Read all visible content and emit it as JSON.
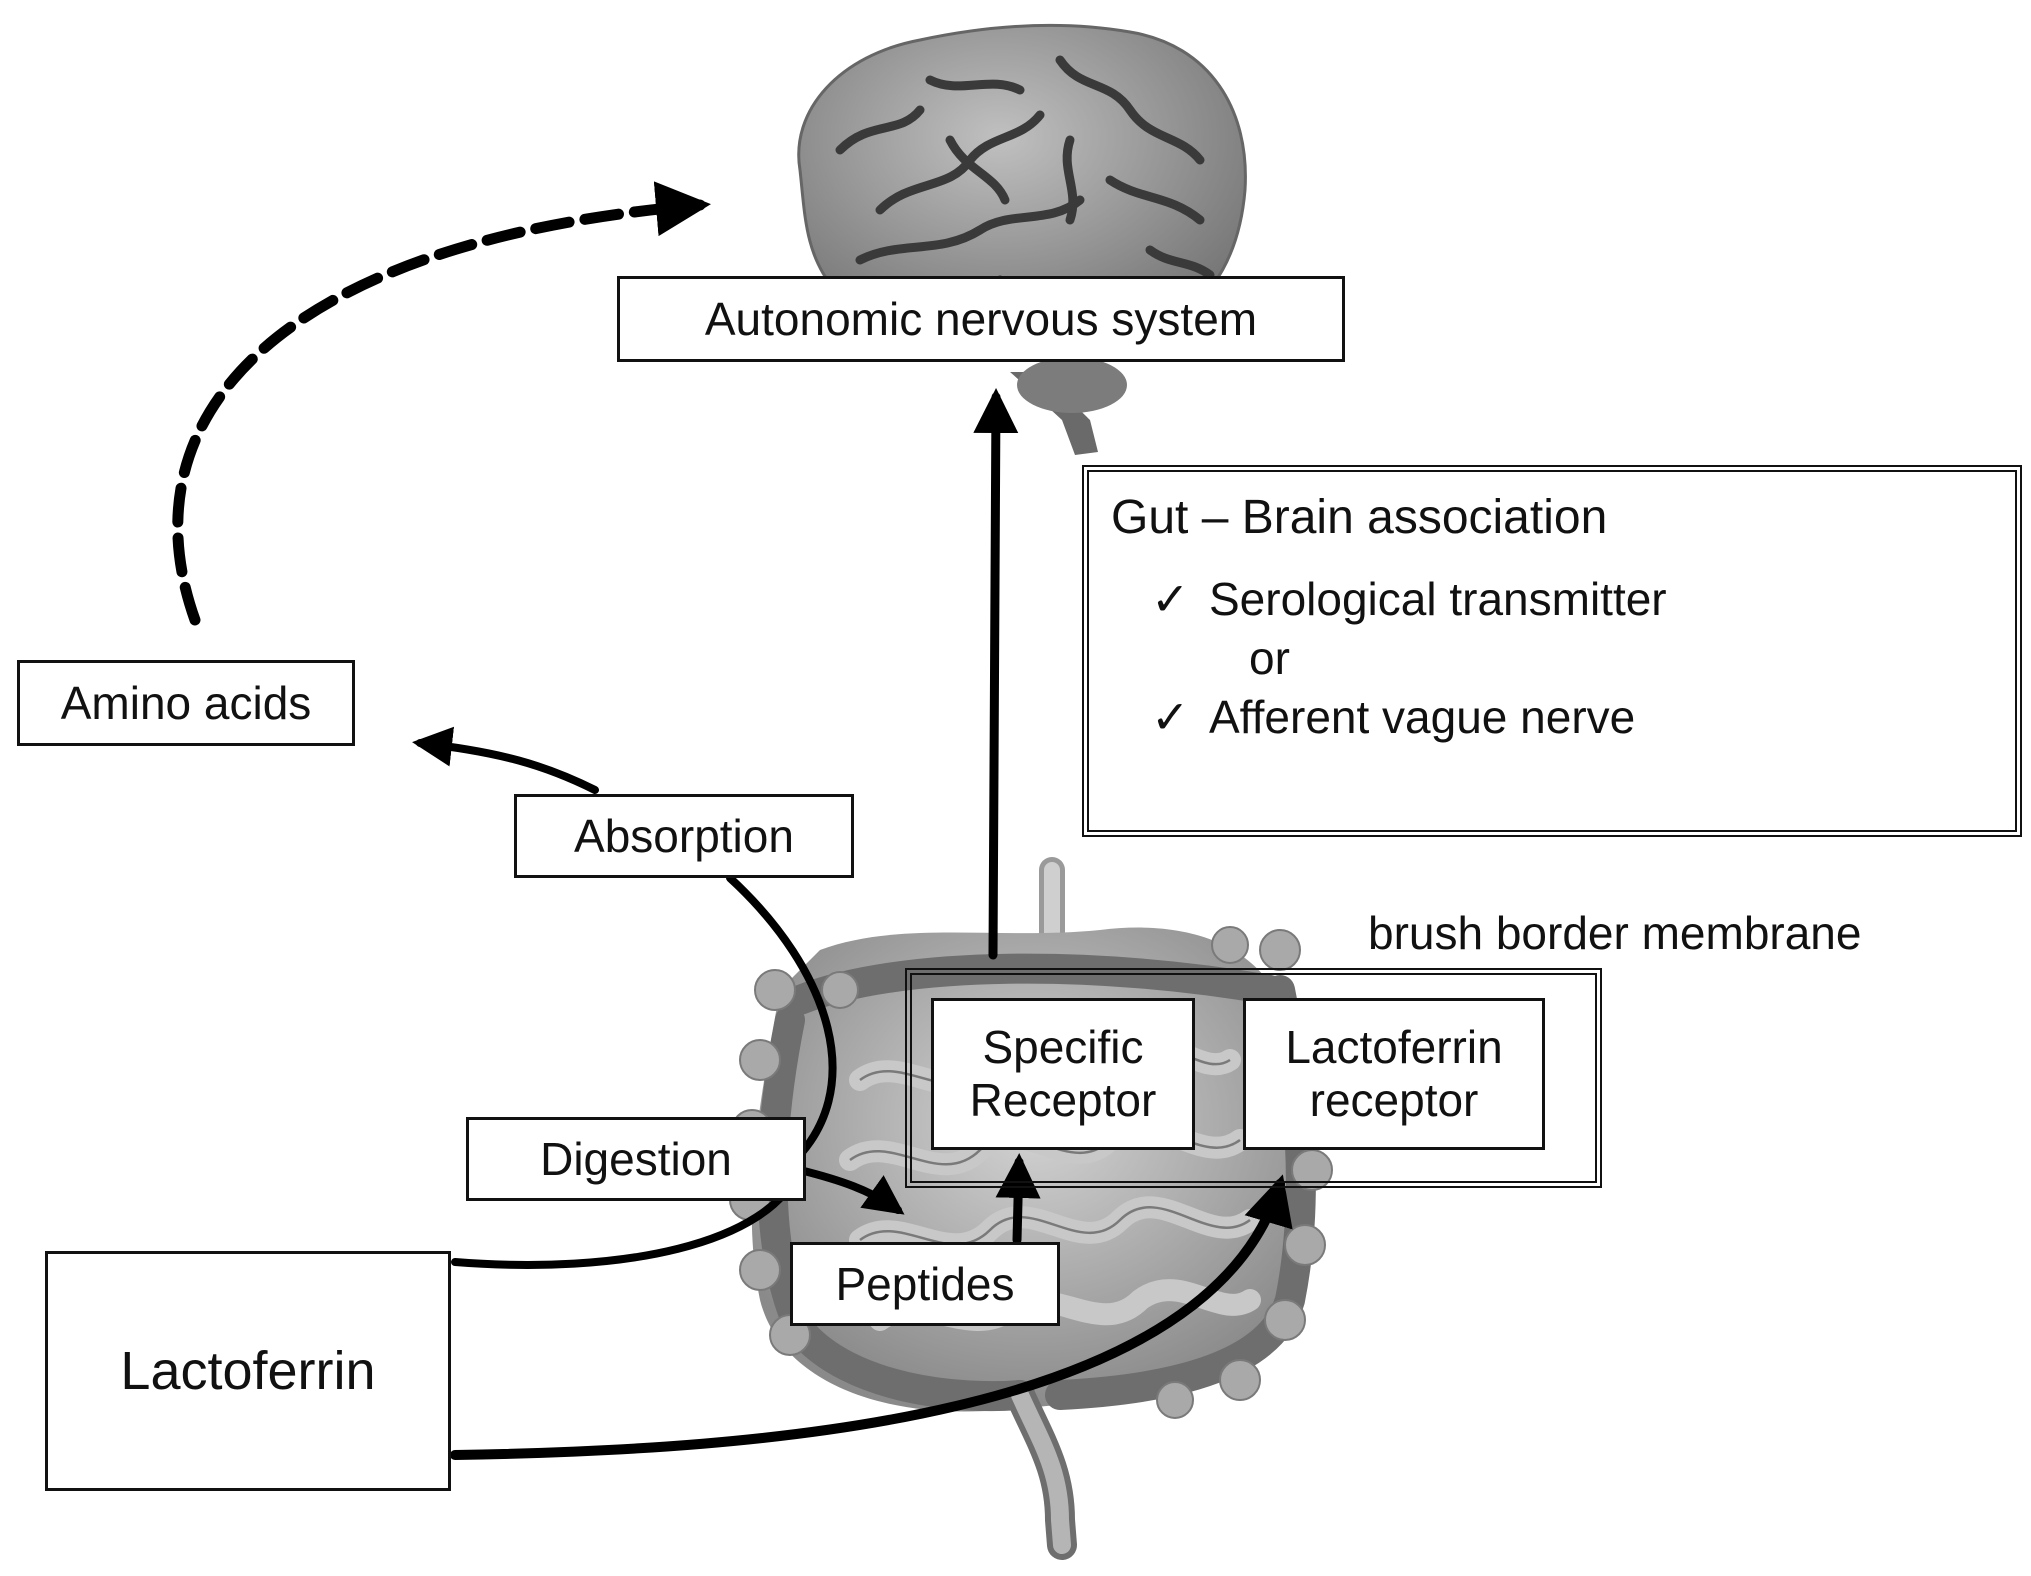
{
  "nodes": {
    "autonomic": "Autonomic nervous system",
    "amino_acids": "Amino acids",
    "absorption": "Absorption",
    "digestion": "Digestion",
    "peptides": "Peptides",
    "lactoferrin": "Lactoferrin",
    "specific_receptor": {
      "line1": "Specific",
      "line2": "Receptor"
    },
    "lactoferrin_receptor": {
      "line1": "Lactoferrin",
      "line2": "receptor"
    }
  },
  "brush_border_label": "brush border membrane",
  "gut_brain_box": {
    "title": "Gut – Brain association",
    "items": [
      "Serological transmitter",
      "Afferent vague nerve"
    ],
    "connector": "or",
    "check_symbol": "✓"
  },
  "colors": {
    "organ_fill": "#8e8e8e",
    "organ_dark": "#5f5f5f",
    "arrow": "#000000"
  },
  "icons": [
    "brain-illustration",
    "intestine-illustration"
  ]
}
